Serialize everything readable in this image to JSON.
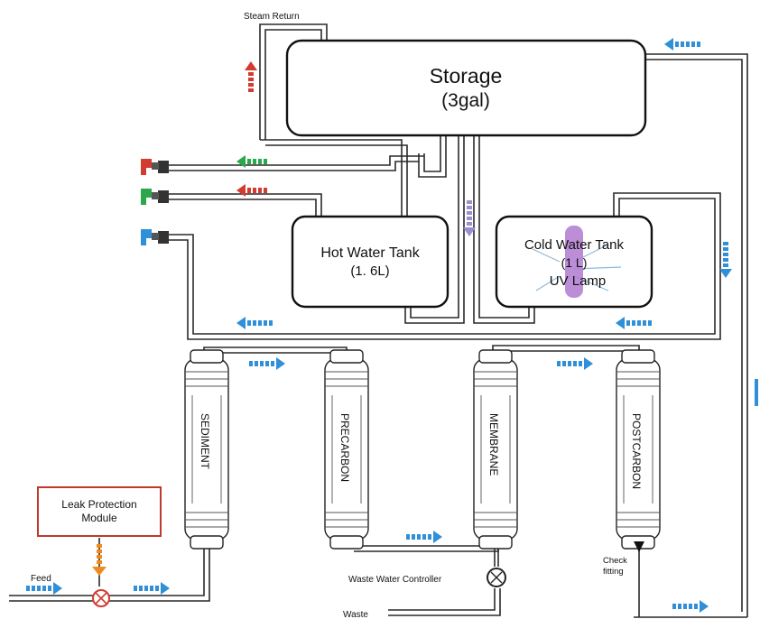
{
  "labels": {
    "steam_return": "Steam Return",
    "storage_title": "Storage",
    "storage_capacity": "(3gal)",
    "hot_tank_title": "Hot Water Tank",
    "hot_tank_capacity": "(1. 6L)",
    "cold_tank_title": "Cold Water Tank",
    "cold_tank_capacity": "(1 L)",
    "uv_lamp": "UV Lamp",
    "leak_line1": "Leak Protection",
    "leak_line2": "Module",
    "feed": "Feed",
    "waste_controller": "Waste Water Controller",
    "waste": "Waste",
    "check_line1": "Check",
    "check_line2": "fitting"
  },
  "filters": [
    {
      "name": "SEDIMENT"
    },
    {
      "name": "PRECARBON"
    },
    {
      "name": "MEMBRANE"
    },
    {
      "name": "POSTCARBON"
    }
  ],
  "colors": {
    "flow_blue": "#2f8fd8",
    "flow_red": "#d23b30",
    "flow_green": "#2aa84a",
    "flow_purple": "#9a8fd0",
    "flow_orange": "#f08a1c",
    "uv_lamp": "#b27ad1",
    "leak_border": "#c03a2b"
  },
  "icons": {
    "faucet_red": "faucet-icon",
    "faucet_green": "faucet-icon",
    "faucet_blue": "faucet-icon",
    "leak_valve": "solenoid-valve-icon",
    "waste_gauge": "gauge-icon",
    "check_valve": "check-valve-icon"
  }
}
